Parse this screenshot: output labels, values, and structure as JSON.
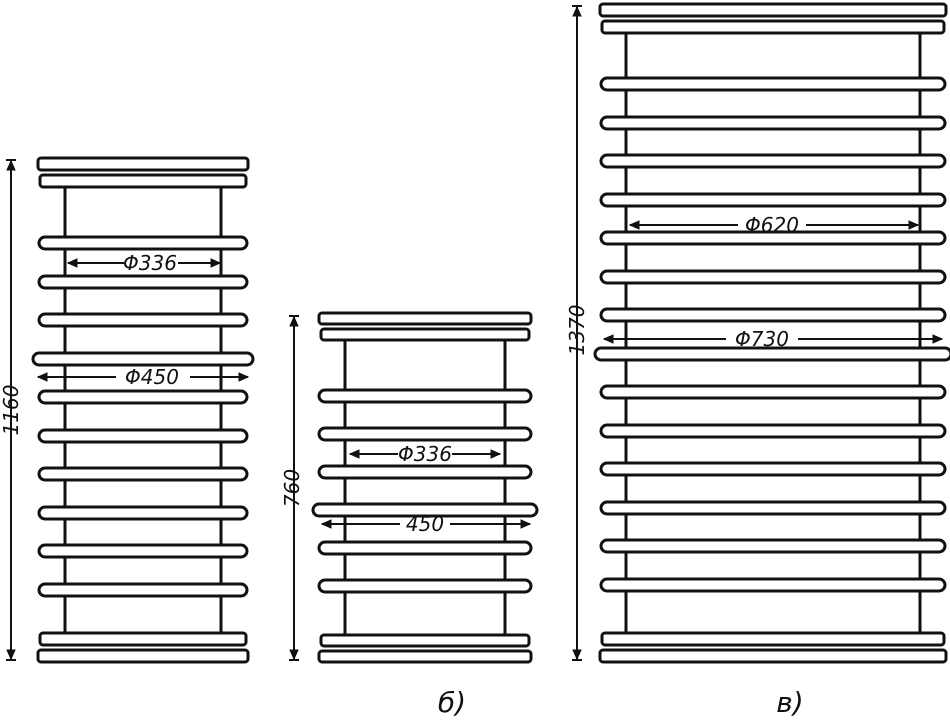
{
  "figure": {
    "insulators": [
      {
        "id": "a",
        "caption": "",
        "height_label": "1160",
        "dims": [
          {
            "label": "Φ336"
          },
          {
            "label": "Φ450"
          }
        ]
      },
      {
        "id": "b",
        "caption": "б)",
        "height_label": "760",
        "dims": [
          {
            "label": "Φ336"
          },
          {
            "label": "450"
          }
        ]
      },
      {
        "id": "c",
        "caption": "в)",
        "height_label": "1370",
        "dims": [
          {
            "label": "Φ620"
          },
          {
            "label": "Φ730"
          }
        ]
      }
    ]
  },
  "style": {
    "ink": "#111111",
    "paper": "#ffffff"
  }
}
